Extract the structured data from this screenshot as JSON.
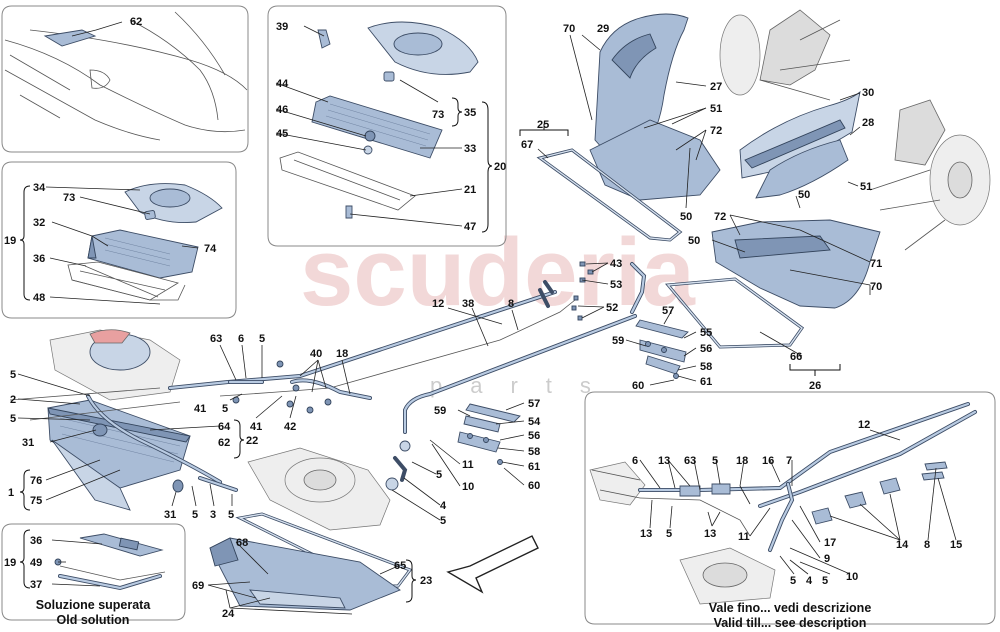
{
  "diagram": {
    "bottom_left_caption": {
      "line1": "Soluzione superata",
      "line2": "Old solution"
    },
    "bottom_right_caption": {
      "line1": "Vale fino... vedi descrizione",
      "line2": "Valid till... see description"
    },
    "watermark": {
      "main": "scuderia",
      "sub": "parts"
    },
    "callouts": [
      {
        "id": "c62",
        "text": "62"
      },
      {
        "id": "c34",
        "text": "34"
      },
      {
        "id": "c73a",
        "text": "73"
      },
      {
        "id": "c32",
        "text": "32"
      },
      {
        "id": "c74",
        "text": "74"
      },
      {
        "id": "c36a",
        "text": "36"
      },
      {
        "id": "c48",
        "text": "48"
      },
      {
        "id": "c19a",
        "text": "19"
      },
      {
        "id": "c39",
        "text": "39"
      },
      {
        "id": "c73b",
        "text": "73"
      },
      {
        "id": "c35",
        "text": "35"
      },
      {
        "id": "c44",
        "text": "44"
      },
      {
        "id": "c46",
        "text": "46"
      },
      {
        "id": "c33",
        "text": "33"
      },
      {
        "id": "c20",
        "text": "20"
      },
      {
        "id": "c45",
        "text": "45"
      },
      {
        "id": "c21",
        "text": "21"
      },
      {
        "id": "c47",
        "text": "47"
      },
      {
        "id": "c70a",
        "text": "70"
      },
      {
        "id": "c29",
        "text": "29"
      },
      {
        "id": "c27",
        "text": "27"
      },
      {
        "id": "c51a",
        "text": "51"
      },
      {
        "id": "c72a",
        "text": "72"
      },
      {
        "id": "c25",
        "text": "25"
      },
      {
        "id": "c67",
        "text": "67"
      },
      {
        "id": "c50a",
        "text": "50"
      },
      {
        "id": "c30",
        "text": "30"
      },
      {
        "id": "c28",
        "text": "28"
      },
      {
        "id": "c51b",
        "text": "51"
      },
      {
        "id": "c50b",
        "text": "50"
      },
      {
        "id": "c72b",
        "text": "72"
      },
      {
        "id": "c50c",
        "text": "50"
      },
      {
        "id": "c71",
        "text": "71"
      },
      {
        "id": "c70b",
        "text": "70"
      },
      {
        "id": "c43",
        "text": "43"
      },
      {
        "id": "c53",
        "text": "53"
      },
      {
        "id": "c52",
        "text": "52"
      },
      {
        "id": "c57a",
        "text": "57"
      },
      {
        "id": "c55",
        "text": "55"
      },
      {
        "id": "c59a",
        "text": "59"
      },
      {
        "id": "c56a",
        "text": "56"
      },
      {
        "id": "c58a",
        "text": "58"
      },
      {
        "id": "c61a",
        "text": "61"
      },
      {
        "id": "c60a",
        "text": "60"
      },
      {
        "id": "c66",
        "text": "66"
      },
      {
        "id": "c26",
        "text": "26"
      },
      {
        "id": "c12a",
        "text": "12"
      },
      {
        "id": "c38",
        "text": "38"
      },
      {
        "id": "c8a",
        "text": "8"
      },
      {
        "id": "c63a",
        "text": "63"
      },
      {
        "id": "c6a",
        "text": "6"
      },
      {
        "id": "c5a",
        "text": "5"
      },
      {
        "id": "c40",
        "text": "40"
      },
      {
        "id": "c18a",
        "text": "18"
      },
      {
        "id": "c5b",
        "text": "5"
      },
      {
        "id": "c2",
        "text": "2"
      },
      {
        "id": "c5c",
        "text": "5"
      },
      {
        "id": "c41a",
        "text": "41"
      },
      {
        "id": "c5d",
        "text": "5"
      },
      {
        "id": "c41b",
        "text": "41"
      },
      {
        "id": "c42",
        "text": "42"
      },
      {
        "id": "c64",
        "text": "64"
      },
      {
        "id": "c22",
        "text": "22"
      },
      {
        "id": "c62b",
        "text": "62"
      },
      {
        "id": "c31a",
        "text": "31"
      },
      {
        "id": "c76",
        "text": "76"
      },
      {
        "id": "c1",
        "text": "1"
      },
      {
        "id": "c75",
        "text": "75"
      },
      {
        "id": "c31b",
        "text": "31"
      },
      {
        "id": "c5e",
        "text": "5"
      },
      {
        "id": "c3",
        "text": "3"
      },
      {
        "id": "c5f",
        "text": "5"
      },
      {
        "id": "c57b",
        "text": "57"
      },
      {
        "id": "c54",
        "text": "54"
      },
      {
        "id": "c59b",
        "text": "59"
      },
      {
        "id": "c56b",
        "text": "56"
      },
      {
        "id": "c58b",
        "text": "58"
      },
      {
        "id": "c61b",
        "text": "61"
      },
      {
        "id": "c60b",
        "text": "60"
      },
      {
        "id": "c11a",
        "text": "11"
      },
      {
        "id": "c10a",
        "text": "10"
      },
      {
        "id": "c5g",
        "text": "5"
      },
      {
        "id": "c4a",
        "text": "4"
      },
      {
        "id": "c5h",
        "text": "5"
      },
      {
        "id": "c36b",
        "text": "36"
      },
      {
        "id": "c49",
        "text": "49"
      },
      {
        "id": "c19b",
        "text": "19"
      },
      {
        "id": "c37",
        "text": "37"
      },
      {
        "id": "c68",
        "text": "68"
      },
      {
        "id": "c69",
        "text": "69"
      },
      {
        "id": "c65",
        "text": "65"
      },
      {
        "id": "c23",
        "text": "23"
      },
      {
        "id": "c24",
        "text": "24"
      },
      {
        "id": "c12b",
        "text": "12"
      },
      {
        "id": "c6b",
        "text": "6"
      },
      {
        "id": "c13a",
        "text": "13"
      },
      {
        "id": "c63b",
        "text": "63"
      },
      {
        "id": "c5i",
        "text": "5"
      },
      {
        "id": "c18b",
        "text": "18"
      },
      {
        "id": "c16",
        "text": "16"
      },
      {
        "id": "c7",
        "text": "7"
      },
      {
        "id": "c13b",
        "text": "13"
      },
      {
        "id": "c5j",
        "text": "5"
      },
      {
        "id": "c13c",
        "text": "13"
      },
      {
        "id": "c11b",
        "text": "11"
      },
      {
        "id": "c17",
        "text": "17"
      },
      {
        "id": "c9",
        "text": "9"
      },
      {
        "id": "c5k",
        "text": "5"
      },
      {
        "id": "c4b",
        "text": "4"
      },
      {
        "id": "c5l",
        "text": "5"
      },
      {
        "id": "c10b",
        "text": "10"
      },
      {
        "id": "c14",
        "text": "14"
      },
      {
        "id": "c8b",
        "text": "8"
      },
      {
        "id": "c15",
        "text": "15"
      }
    ]
  }
}
